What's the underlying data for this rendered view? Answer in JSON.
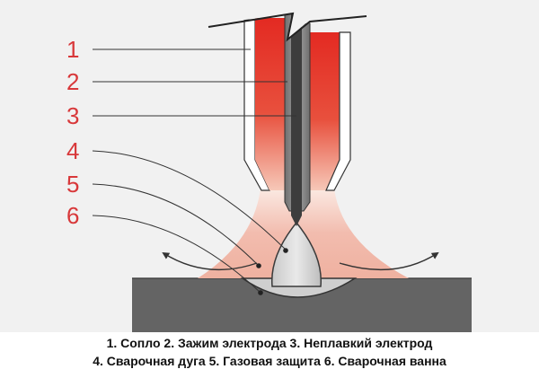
{
  "colors": {
    "nozzle_red": "#e32a22",
    "gas_pink": "#f2bcae",
    "workpiece": "#646464",
    "electrode": "#3d3d3d",
    "holder": "#888888",
    "label_red": "#d8383a"
  },
  "labels": [
    {
      "num": "1",
      "text": "Сопло"
    },
    {
      "num": "2",
      "text": "Зажим электрода"
    },
    {
      "num": "3",
      "text": "Неплавкий электрод"
    },
    {
      "num": "4",
      "text": "Сварочная дуга"
    },
    {
      "num": "5",
      "text": "Газовая защита"
    },
    {
      "num": "6",
      "text": "Сварочная ванна"
    }
  ],
  "legend": {
    "line1": "1. Сопло 2. Зажим электрода 3. Неплавкий электрод",
    "line2": "4. Сварочная дуга 5. Газовая защита 6. Сварочная ванна"
  }
}
